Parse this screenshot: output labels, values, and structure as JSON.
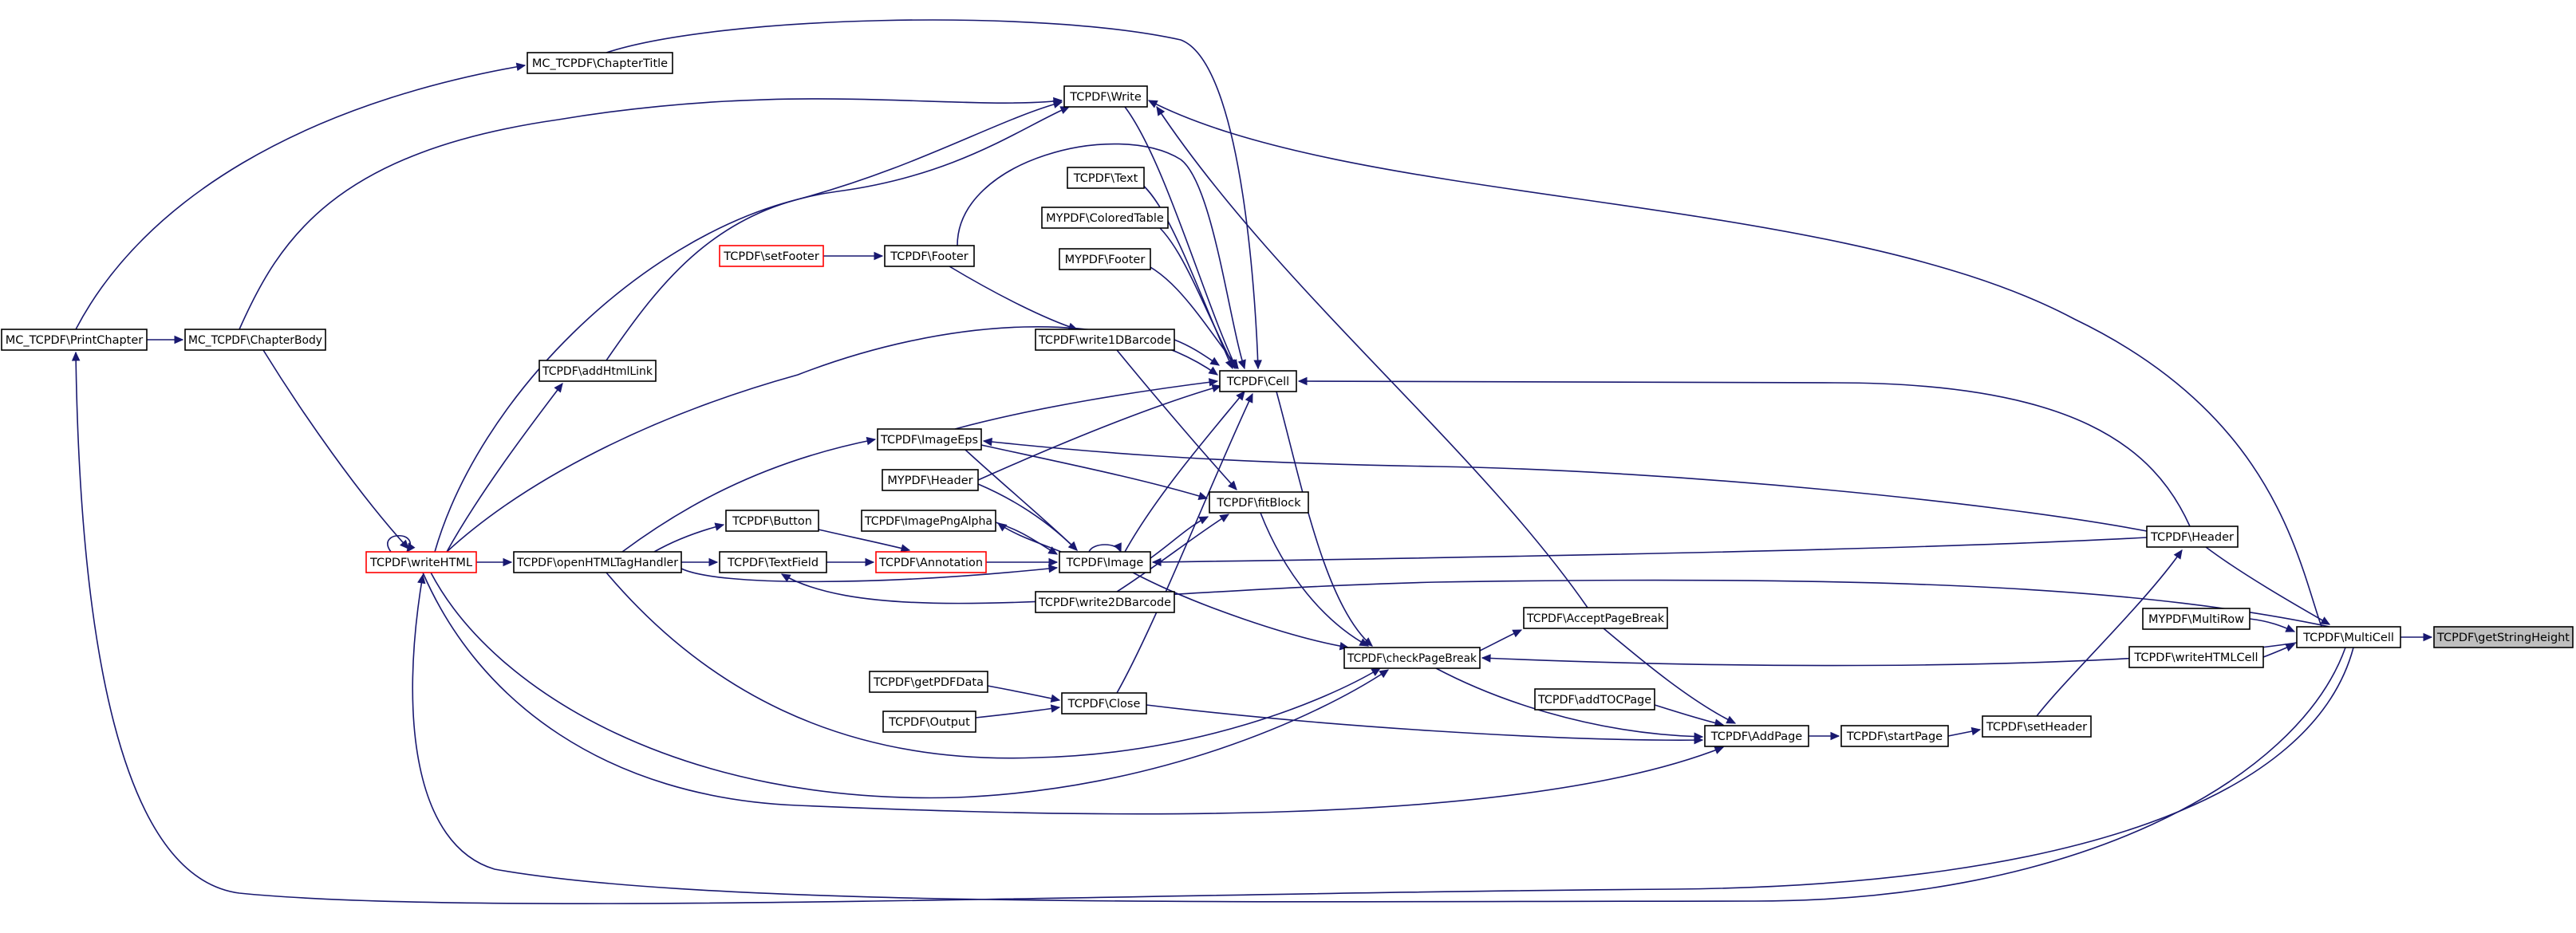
{
  "graph": {
    "current": "TCPDF\\getStringHeight",
    "colors": {
      "edge": "#191970",
      "node_border": "#000000",
      "node_border_truncated": "#ff0000",
      "current_fill": "#bfbfbf"
    },
    "nodes": [
      {
        "id": "getStringHeight",
        "label": "TCPDF\\getStringHeight",
        "style": "current"
      },
      {
        "id": "MultiCell",
        "label": "TCPDF\\MultiCell",
        "style": "normal"
      },
      {
        "id": "MultiRow",
        "label": "MYPDF\\MultiRow",
        "style": "normal"
      },
      {
        "id": "writeHTMLCell",
        "label": "TCPDF\\writeHTMLCell",
        "style": "normal"
      },
      {
        "id": "TCHeader",
        "label": "TCPDF\\Header",
        "style": "normal"
      },
      {
        "id": "setHeader",
        "label": "TCPDF\\setHeader",
        "style": "normal"
      },
      {
        "id": "startPage",
        "label": "TCPDF\\startPage",
        "style": "normal"
      },
      {
        "id": "AddPage",
        "label": "TCPDF\\AddPage",
        "style": "normal"
      },
      {
        "id": "addTOCPage",
        "label": "TCPDF\\addTOCPage",
        "style": "normal"
      },
      {
        "id": "AcceptPageBreak",
        "label": "TCPDF\\AcceptPageBreak",
        "style": "normal"
      },
      {
        "id": "checkPageBreak",
        "label": "TCPDF\\checkPageBreak",
        "style": "normal"
      },
      {
        "id": "Cell",
        "label": "TCPDF\\Cell",
        "style": "normal"
      },
      {
        "id": "fitBlock",
        "label": "TCPDF\\fitBlock",
        "style": "normal"
      },
      {
        "id": "Image",
        "label": "TCPDF\\Image",
        "style": "normal"
      },
      {
        "id": "Close",
        "label": "TCPDF\\Close",
        "style": "normal"
      },
      {
        "id": "getPDFData",
        "label": "TCPDF\\getPDFData",
        "style": "normal"
      },
      {
        "id": "Output",
        "label": "TCPDF\\Output",
        "style": "normal"
      },
      {
        "id": "Write",
        "label": "TCPDF\\Write",
        "style": "normal"
      },
      {
        "id": "TCText",
        "label": "TCPDF\\Text",
        "style": "normal"
      },
      {
        "id": "ColoredTable",
        "label": "MYPDF\\ColoredTable",
        "style": "normal"
      },
      {
        "id": "MYFooter",
        "label": "MYPDF\\Footer",
        "style": "normal"
      },
      {
        "id": "write1D",
        "label": "TCPDF\\write1DBarcode",
        "style": "normal"
      },
      {
        "id": "ImageEps",
        "label": "TCPDF\\ImageEps",
        "style": "normal"
      },
      {
        "id": "MYHeader",
        "label": "MYPDF\\Header",
        "style": "normal"
      },
      {
        "id": "ImagePngAlpha",
        "label": "TCPDF\\ImagePngAlpha",
        "style": "normal"
      },
      {
        "id": "write2D",
        "label": "TCPDF\\write2DBarcode",
        "style": "normal"
      },
      {
        "id": "Annotation",
        "label": "TCPDF\\Annotation",
        "style": "red"
      },
      {
        "id": "Button",
        "label": "TCPDF\\Button",
        "style": "normal"
      },
      {
        "id": "TextField",
        "label": "TCPDF\\TextField",
        "style": "normal"
      },
      {
        "id": "openHTML",
        "label": "TCPDF\\openHTMLTagHandler",
        "style": "normal"
      },
      {
        "id": "writeHTML",
        "label": "TCPDF\\writeHTML",
        "style": "red"
      },
      {
        "id": "addHtmlLink",
        "label": "TCPDF\\addHtmlLink",
        "style": "normal"
      },
      {
        "id": "TCFooter",
        "label": "TCPDF\\Footer",
        "style": "normal"
      },
      {
        "id": "setFooter",
        "label": "TCPDF\\setFooter",
        "style": "red"
      },
      {
        "id": "ChapterTitle",
        "label": "MC_TCPDF\\ChapterTitle",
        "style": "normal"
      },
      {
        "id": "ChapterBody",
        "label": "MC_TCPDF\\ChapterBody",
        "style": "normal"
      },
      {
        "id": "PrintChapter",
        "label": "MC_TCPDF\\PrintChapter",
        "style": "normal"
      }
    ],
    "edges": [
      [
        "MultiCell",
        "getStringHeight"
      ],
      [
        "MultiRow",
        "MultiCell"
      ],
      [
        "writeHTMLCell",
        "MultiCell"
      ],
      [
        "TCHeader",
        "MultiCell"
      ],
      [
        "setHeader",
        "TCHeader"
      ],
      [
        "startPage",
        "setHeader"
      ],
      [
        "AddPage",
        "startPage"
      ],
      [
        "addTOCPage",
        "AddPage"
      ],
      [
        "AcceptPageBreak",
        "AddPage"
      ],
      [
        "checkPageBreak",
        "AddPage"
      ],
      [
        "checkPageBreak",
        "AcceptPageBreak"
      ],
      [
        "Close",
        "AddPage"
      ],
      [
        "writeHTML",
        "AddPage"
      ],
      [
        "MultiCell",
        "checkPageBreak"
      ],
      [
        "Cell",
        "checkPageBreak"
      ],
      [
        "fitBlock",
        "checkPageBreak"
      ],
      [
        "Image",
        "checkPageBreak"
      ],
      [
        "writeHTML",
        "checkPageBreak"
      ],
      [
        "openHTML",
        "checkPageBreak"
      ],
      [
        "TCHeader",
        "Cell"
      ],
      [
        "Write",
        "Cell"
      ],
      [
        "TCText",
        "Cell"
      ],
      [
        "ColoredTable",
        "Cell"
      ],
      [
        "MYFooter",
        "Cell"
      ],
      [
        "write1D",
        "Cell"
      ],
      [
        "ImageEps",
        "Cell"
      ],
      [
        "MYHeader",
        "Cell"
      ],
      [
        "Image",
        "Cell"
      ],
      [
        "Close",
        "Cell"
      ],
      [
        "TCFooter",
        "Cell"
      ],
      [
        "ChapterTitle",
        "Cell"
      ],
      [
        "writeHTML",
        "Cell"
      ],
      [
        "MultiCell",
        "Write"
      ],
      [
        "AcceptPageBreak",
        "Write"
      ],
      [
        "ChapterBody",
        "Write"
      ],
      [
        "writeHTML",
        "Write"
      ],
      [
        "addHtmlLink",
        "Write"
      ],
      [
        "Image",
        "fitBlock"
      ],
      [
        "ImageEps",
        "fitBlock"
      ],
      [
        "write1D",
        "fitBlock"
      ],
      [
        "write2D",
        "fitBlock"
      ],
      [
        "TCHeader",
        "ImageEps"
      ],
      [
        "ImageEps",
        "Image"
      ],
      [
        "MYHeader",
        "Image"
      ],
      [
        "ImagePngAlpha",
        "Image"
      ],
      [
        "TCHeader",
        "Image"
      ],
      [
        "Annotation",
        "Image"
      ],
      [
        "openHTML",
        "Image"
      ],
      [
        "Image",
        "ImagePngAlpha"
      ],
      [
        "Image",
        "Image"
      ],
      [
        "Button",
        "Annotation"
      ],
      [
        "TextField",
        "Annotation"
      ],
      [
        "openHTML",
        "Button"
      ],
      [
        "openHTML",
        "TextField"
      ],
      [
        "MultiCell",
        "TextField"
      ],
      [
        "openHTML",
        "ImageEps"
      ],
      [
        "writeHTML",
        "openHTML"
      ],
      [
        "writeHTML",
        "writeHTML"
      ],
      [
        "writeHTML",
        "addHtmlLink"
      ],
      [
        "ChapterBody",
        "writeHTML"
      ],
      [
        "MultiCell",
        "writeHTML"
      ],
      [
        "getPDFData",
        "Close"
      ],
      [
        "Output",
        "Close"
      ],
      [
        "setFooter",
        "TCFooter"
      ],
      [
        "TCFooter",
        "write1D"
      ],
      [
        "PrintChapter",
        "ChapterTitle"
      ],
      [
        "PrintChapter",
        "ChapterBody"
      ],
      [
        "MultiCell",
        "PrintChapter"
      ]
    ]
  }
}
